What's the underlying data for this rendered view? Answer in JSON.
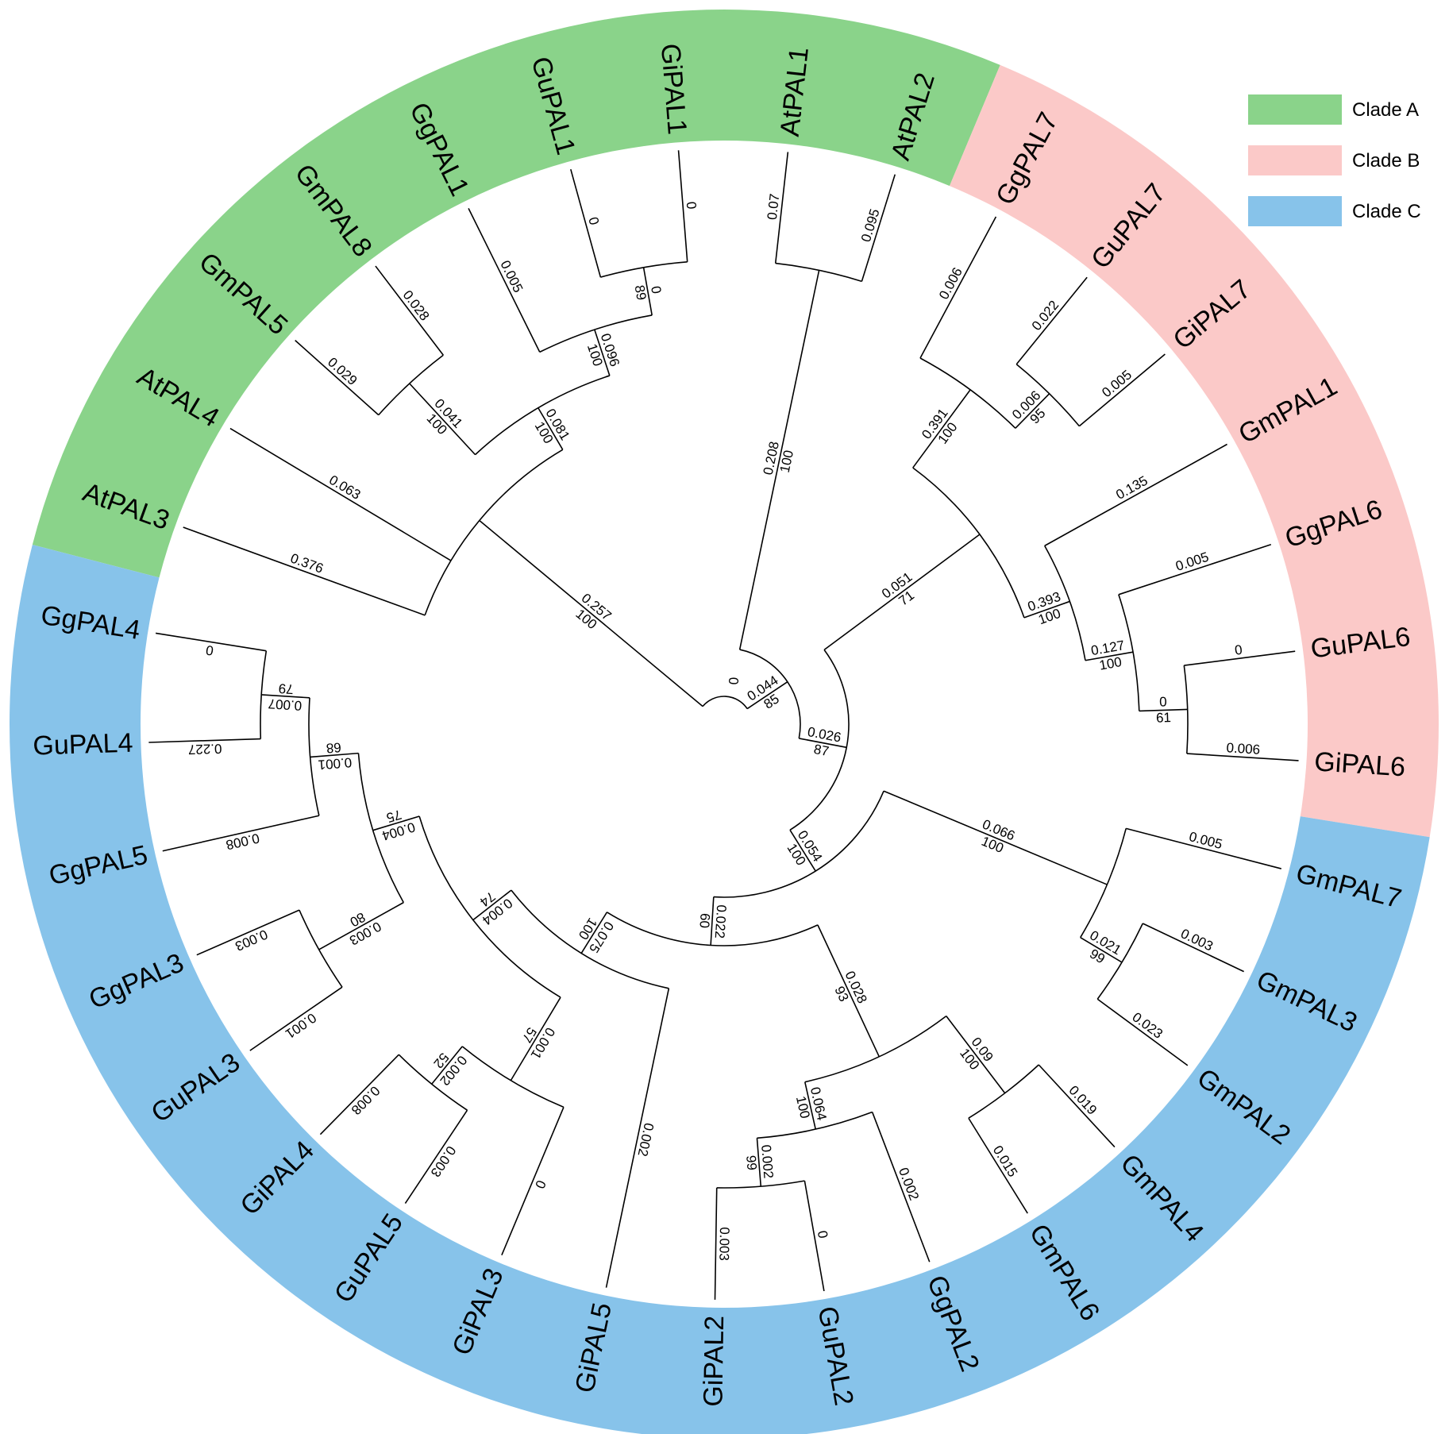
{
  "legend": [
    {
      "label": "Clade A",
      "color": "#8ad38a"
    },
    {
      "label": "Clade B",
      "color": "#fbc9c8"
    },
    {
      "label": "Clade C",
      "color": "#87c3ea"
    }
  ],
  "clades": {
    "A": {
      "color": "#8ad38a",
      "leaves": [
        "AtPAL3",
        "AtPAL4",
        "GmPAL5",
        "GmPAL8",
        "GgPAL1",
        "GuPAL1",
        "GiPAL1",
        "AtPAL1",
        "AtPAL2"
      ]
    },
    "B": {
      "color": "#fbc9c8",
      "leaves": [
        "GgPAL7",
        "GuPAL7",
        "GiPAL7",
        "GmPAL1",
        "GgPAL6",
        "GuPAL6",
        "GiPAL6"
      ]
    },
    "C": {
      "color": "#87c3ea",
      "leaves": [
        "GmPAL7",
        "GmPAL3",
        "GmPAL2",
        "GmPAL4",
        "GmPAL6",
        "GgPAL2",
        "GuPAL2",
        "GiPAL2",
        "GiPAL5",
        "GiPAL3",
        "GuPAL5",
        "GiPAL4",
        "GuPAL3",
        "GgPAL3",
        "GgPAL5",
        "GuPAL4",
        "GgPAL4"
      ]
    }
  },
  "leaves": [
    {
      "name": "AtPAL3",
      "clade": "A"
    },
    {
      "name": "AtPAL4",
      "clade": "A"
    },
    {
      "name": "GmPAL5",
      "clade": "A"
    },
    {
      "name": "GmPAL8",
      "clade": "A"
    },
    {
      "name": "GgPAL1",
      "clade": "A"
    },
    {
      "name": "GuPAL1",
      "clade": "A"
    },
    {
      "name": "GiPAL1",
      "clade": "A"
    },
    {
      "name": "AtPAL1",
      "clade": "A"
    },
    {
      "name": "AtPAL2",
      "clade": "A"
    },
    {
      "name": "GgPAL7",
      "clade": "B"
    },
    {
      "name": "GuPAL7",
      "clade": "B"
    },
    {
      "name": "GiPAL7",
      "clade": "B"
    },
    {
      "name": "GmPAL1",
      "clade": "B"
    },
    {
      "name": "GgPAL6",
      "clade": "B"
    },
    {
      "name": "GuPAL6",
      "clade": "B"
    },
    {
      "name": "GiPAL6",
      "clade": "B"
    },
    {
      "name": "GmPAL7",
      "clade": "C"
    },
    {
      "name": "GmPAL3",
      "clade": "C"
    },
    {
      "name": "GmPAL2",
      "clade": "C"
    },
    {
      "name": "GmPAL4",
      "clade": "C"
    },
    {
      "name": "GmPAL6",
      "clade": "C"
    },
    {
      "name": "GgPAL2",
      "clade": "C"
    },
    {
      "name": "GuPAL2",
      "clade": "C"
    },
    {
      "name": "GiPAL2",
      "clade": "C"
    },
    {
      "name": "GiPAL5",
      "clade": "C"
    },
    {
      "name": "GiPAL3",
      "clade": "C"
    },
    {
      "name": "GuPAL5",
      "clade": "C"
    },
    {
      "name": "GiPAL4",
      "clade": "C"
    },
    {
      "name": "GuPAL3",
      "clade": "C"
    },
    {
      "name": "GgPAL3",
      "clade": "C"
    },
    {
      "name": "GgPAL5",
      "clade": "C"
    },
    {
      "name": "GuPAL4",
      "clade": "C"
    },
    {
      "name": "GgPAL4",
      "clade": "C"
    }
  ],
  "tree": {
    "length": "0",
    "children": [
      {
        "length": "0.257",
        "support": "100",
        "children": [
          {
            "length": "0.376",
            "leaf": "AtPAL3"
          },
          {
            "length": "0.063",
            "leaf": "AtPAL4"
          },
          {
            "length": "0.081",
            "support": "100",
            "children": [
              {
                "length": "0.041",
                "support": "100",
                "children": [
                  {
                    "length": "0.029",
                    "leaf": "GmPAL5"
                  },
                  {
                    "length": "0.028",
                    "leaf": "GmPAL8"
                  }
                ]
              },
              {
                "length": "0.096",
                "support": "100",
                "children": [
                  {
                    "length": "0.005",
                    "leaf": "GgPAL1"
                  },
                  {
                    "length": "0",
                    "support": "89",
                    "children": [
                      {
                        "length": "0",
                        "leaf": "GuPAL1"
                      },
                      {
                        "length": "0",
                        "leaf": "GiPAL1"
                      }
                    ]
                  }
                ]
              }
            ]
          }
        ]
      },
      {
        "length": "0.044",
        "support": "85",
        "children": [
          {
            "length": "0.208",
            "support": "100",
            "children": [
              {
                "length": "0.07",
                "leaf": "AtPAL1"
              },
              {
                "length": "0.095",
                "leaf": "AtPAL2"
              }
            ]
          },
          {
            "length": "0.026",
            "support": "87",
            "children": [
              {
                "length": "0.051",
                "support": "71",
                "children": [
                  {
                    "length": "0.391",
                    "support": "100",
                    "children": [
                      {
                        "length": "0.006",
                        "leaf": "GgPAL7"
                      },
                      {
                        "length": "0.006",
                        "support": "95",
                        "children": [
                          {
                            "length": "0.022",
                            "leaf": "GuPAL7"
                          },
                          {
                            "length": "0.005",
                            "leaf": "GiPAL7"
                          }
                        ]
                      }
                    ]
                  },
                  {
                    "length": "0.393",
                    "support": "100",
                    "children": [
                      {
                        "length": "0.135",
                        "leaf": "GmPAL1"
                      },
                      {
                        "length": "0.127",
                        "support": "100",
                        "children": [
                          {
                            "length": "0.005",
                            "leaf": "GgPAL6"
                          },
                          {
                            "length": "0",
                            "support": "61",
                            "children": [
                              {
                                "length": "0",
                                "leaf": "GuPAL6"
                              },
                              {
                                "length": "0.006",
                                "leaf": "GiPAL6"
                              }
                            ]
                          }
                        ]
                      }
                    ]
                  }
                ]
              },
              {
                "length": "0.054",
                "support": "100",
                "children": [
                  {
                    "length": "0.066",
                    "support": "100",
                    "children": [
                      {
                        "length": "0.005",
                        "leaf": "GmPAL7"
                      },
                      {
                        "length": "0.021",
                        "support": "99",
                        "children": [
                          {
                            "length": "0.003",
                            "leaf": "GmPAL3"
                          },
                          {
                            "length": "0.023",
                            "leaf": "GmPAL2"
                          }
                        ]
                      }
                    ]
                  },
                  {
                    "length": "0.022",
                    "support": "60",
                    "children": [
                      {
                        "length": "0.028",
                        "support": "93",
                        "children": [
                          {
                            "length": "0.09",
                            "support": "100",
                            "children": [
                              {
                                "length": "0.019",
                                "leaf": "GmPAL4"
                              },
                              {
                                "length": "0.015",
                                "leaf": "GmPAL6"
                              }
                            ]
                          },
                          {
                            "length": "0.064",
                            "support": "100",
                            "children": [
                              {
                                "length": "0.002",
                                "leaf": "GgPAL2"
                              },
                              {
                                "length": "0.002",
                                "support": "99",
                                "children": [
                                  {
                                    "length": "0",
                                    "leaf": "GuPAL2"
                                  },
                                  {
                                    "length": "0.003",
                                    "leaf": "GiPAL2"
                                  }
                                ]
                              }
                            ]
                          }
                        ]
                      },
                      {
                        "length": "0.075",
                        "support": "100",
                        "children": [
                          {
                            "length": "0.002",
                            "leaf": "GiPAL5"
                          },
                          {
                            "length": "0.004",
                            "support": "74",
                            "children": [
                              {
                                "length": "0.001",
                                "support": "57",
                                "children": [
                                  {
                                    "length": "0",
                                    "leaf": "GiPAL3"
                                  },
                                  {
                                    "length": "0.002",
                                    "support": "52",
                                    "children": [
                                      {
                                        "length": "0.003",
                                        "leaf": "GuPAL5"
                                      },
                                      {
                                        "length": "0.008",
                                        "leaf": "GiPAL4"
                                      }
                                    ]
                                  }
                                ]
                              },
                              {
                                "length": "0.004",
                                "support": "75",
                                "children": [
                                  {
                                    "length": "0.003",
                                    "support": "80",
                                    "children": [
                                      {
                                        "length": "0.001",
                                        "leaf": "GuPAL3"
                                      },
                                      {
                                        "length": "0.003",
                                        "leaf": "GgPAL3"
                                      }
                                    ]
                                  },
                                  {
                                    "length": "0.001",
                                    "support": "68",
                                    "children": [
                                      {
                                        "length": "0.008",
                                        "leaf": "GgPAL5"
                                      },
                                      {
                                        "length": "0.007",
                                        "support": "79",
                                        "children": [
                                          {
                                            "length": "0.227",
                                            "leaf": "GuPAL4"
                                          },
                                          {
                                            "length": "0",
                                            "leaf": "GgPAL4"
                                          }
                                        ]
                                      }
                                    ]
                                  }
                                ]
                              }
                            ]
                          }
                        ]
                      }
                    ]
                  }
                ]
              }
            ]
          }
        ]
      }
    ]
  }
}
